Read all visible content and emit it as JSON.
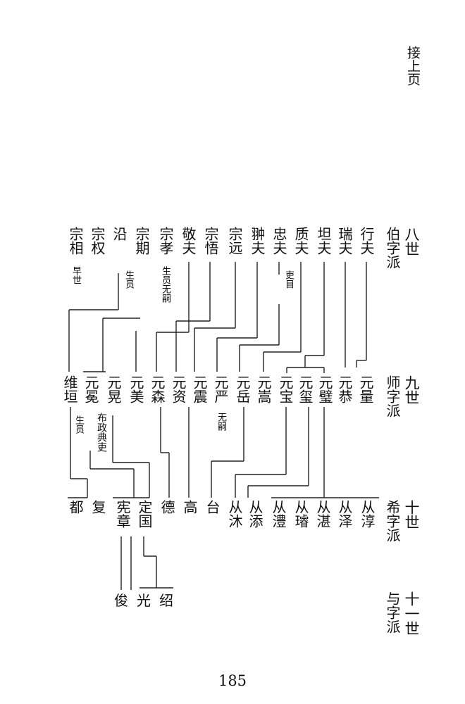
{
  "header_note": "接上页",
  "page_number": "185",
  "generations": [
    {
      "level": "八世",
      "pai": "伯字派"
    },
    {
      "level": "九世",
      "pai": "师字派"
    },
    {
      "level": "十世",
      "pai": "希字派"
    },
    {
      "level": "十一世",
      "pai": "与字派"
    }
  ],
  "gen8": [
    "行夫",
    "瑞夫",
    "坦夫",
    "质夫",
    "忠夫",
    "翀夫",
    "宗远",
    "宗悟",
    "敬夫",
    "宗孝",
    "宗期",
    "沿",
    "宗权",
    "宗相"
  ],
  "gen9": [
    "元量",
    "元恭",
    "元璧",
    "元玺",
    "元宝",
    "元嵩",
    "元岳",
    "元严",
    "元震",
    "元资",
    "元森",
    "元美",
    "元晃",
    "元冕",
    "维垣"
  ],
  "gen10": [
    "从淳",
    "从泽",
    "从湛",
    "从璿",
    "从澧",
    "从添",
    "从沐",
    "台",
    "高",
    "德",
    "定国",
    "宪章",
    "复",
    "都"
  ],
  "gen11": [
    "绍",
    "光",
    "俊"
  ],
  "notes": {
    "zhongfu": "吏目",
    "zongxiao": "生员无嗣",
    "zongqi": "生员",
    "zongxiang": "早世",
    "yuanyan": "无嗣",
    "yuanhuang": "布政典吏",
    "weiyuan": "生员"
  }
}
